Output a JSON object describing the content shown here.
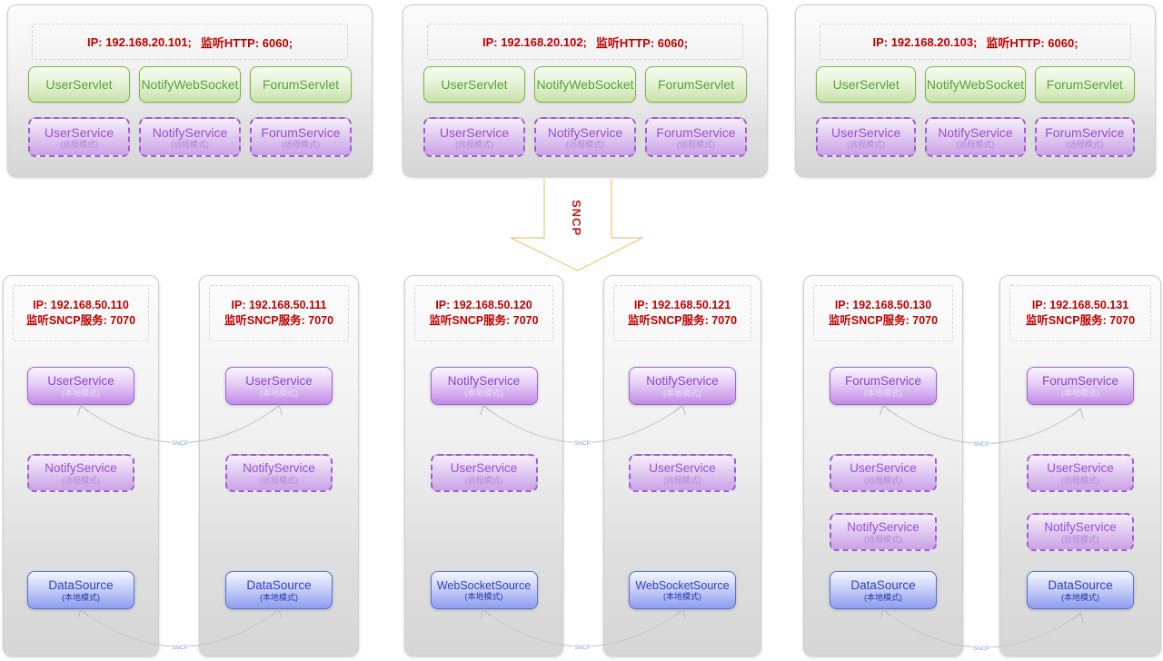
{
  "colors": {
    "ip_text": "#c00000",
    "servlet_green": "#7ab648",
    "service_purple": "#9d5fd0",
    "source_blue": "#5a6fd6",
    "flow_arrow_outline": "#f2c479",
    "connector_gray": "#c3c3c3"
  },
  "top_servers": [
    {
      "ip": "IP: 192.168.20.101;",
      "listen": "监听HTTP: 6060;",
      "servlets": [
        "UserServlet",
        "NotifyWebSocket",
        "ForumServlet"
      ],
      "services": [
        {
          "name": "UserService",
          "mode": "(远程模式)"
        },
        {
          "name": "NotifyService",
          "mode": "(远程模式)"
        },
        {
          "name": "ForumService",
          "mode": "(远程模式)"
        }
      ]
    },
    {
      "ip": "IP: 192.168.20.102;",
      "listen": "监听HTTP: 6060;",
      "servlets": [
        "UserServlet",
        "NotifyWebSocket",
        "ForumServlet"
      ],
      "services": [
        {
          "name": "UserService",
          "mode": "(远程模式)"
        },
        {
          "name": "NotifyService",
          "mode": "(远程模式)"
        },
        {
          "name": "ForumService",
          "mode": "(远程模式)"
        }
      ]
    },
    {
      "ip": "IP: 192.168.20.103;",
      "listen": "监听HTTP: 6060;",
      "servlets": [
        "UserServlet",
        "NotifyWebSocket",
        "ForumServlet"
      ],
      "services": [
        {
          "name": "UserService",
          "mode": "(远程模式)"
        },
        {
          "name": "NotifyService",
          "mode": "(远程模式)"
        },
        {
          "name": "ForumService",
          "mode": "(远程模式)"
        }
      ]
    }
  ],
  "flow_arrow": {
    "label": "SNCP"
  },
  "connector_label": "SNCP",
  "bottom_servers": [
    {
      "ip": "IP: 192.168.50.110",
      "listen": "监听SNCP服务: 7070",
      "items": [
        {
          "name": "UserService",
          "mode": "(本地模式)"
        },
        {
          "name": "NotifyService",
          "mode": "(远程模式)"
        },
        {
          "name": "DataSource",
          "mode": "(本地模式)"
        }
      ]
    },
    {
      "ip": "IP: 192.168.50.111",
      "listen": "监听SNCP服务: 7070",
      "items": [
        {
          "name": "UserService",
          "mode": "(本地模式)"
        },
        {
          "name": "NotifyService",
          "mode": "(远程模式)"
        },
        {
          "name": "DataSource",
          "mode": "(本地模式)"
        }
      ]
    },
    {
      "ip": "IP: 192.168.50.120",
      "listen": "监听SNCP服务: 7070",
      "items": [
        {
          "name": "NotifyService",
          "mode": "(本地模式)"
        },
        {
          "name": "UserService",
          "mode": "(远程模式)"
        },
        {
          "name": "WebSocketSource",
          "mode": "(本地模式)"
        }
      ]
    },
    {
      "ip": "IP: 192.168.50.121",
      "listen": "监听SNCP服务: 7070",
      "items": [
        {
          "name": "NotifyService",
          "mode": "(本地模式)"
        },
        {
          "name": "UserService",
          "mode": "(远程模式)"
        },
        {
          "name": "WebSocketSource",
          "mode": "(本地模式)"
        }
      ]
    },
    {
      "ip": "IP: 192.168.50.130",
      "listen": "监听SNCP服务: 7070",
      "items": [
        {
          "name": "ForumService",
          "mode": "(本地模式)"
        },
        {
          "name": "UserService",
          "mode": "(远程模式)"
        },
        {
          "name": "NotifyService",
          "mode": "(远程模式)"
        },
        {
          "name": "DataSource",
          "mode": "(本地模式)"
        }
      ]
    },
    {
      "ip": "IP: 192.168.50.131",
      "listen": "监听SNCP服务: 7070",
      "items": [
        {
          "name": "ForumService",
          "mode": "(本地模式)"
        },
        {
          "name": "UserService",
          "mode": "(远程模式)"
        },
        {
          "name": "NotifyService",
          "mode": "(远程模式)"
        },
        {
          "name": "DataSource",
          "mode": "(本地模式)"
        }
      ]
    }
  ]
}
